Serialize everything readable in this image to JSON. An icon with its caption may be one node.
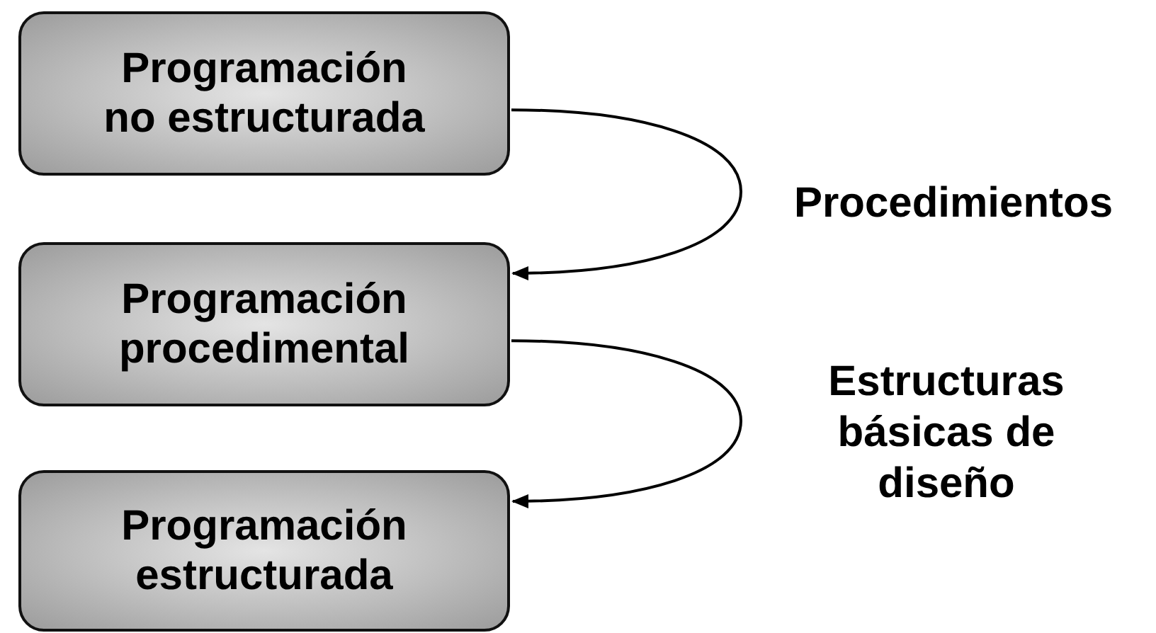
{
  "diagram": {
    "nodes": [
      {
        "text": [
          "Programación no estructurada"
        ]
      },
      {
        "text": [
          "Programación procedimental"
        ]
      },
      {
        "text": [
          "Programación estructurada"
        ]
      }
    ],
    "edges": [
      {
        "from": 0,
        "to": 1,
        "arrow": "to",
        "label": "Procedimientos"
      },
      {
        "from": 1,
        "to": 2,
        "arrow": "to",
        "label": "Estructuras básicas de diseño"
      }
    ]
  }
}
